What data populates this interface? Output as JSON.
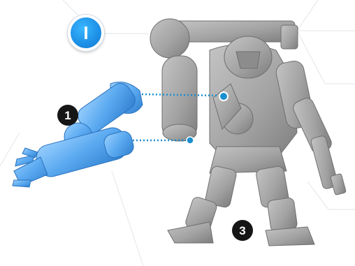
{
  "step_label": "I",
  "callouts": {
    "part_one": "1",
    "part_three": "3"
  },
  "colors": {
    "step_badge": "#1d8fe6",
    "part_highlight": "#5aa9f0",
    "model_grey": "#a9a9a9",
    "connector": "#1a8fd0",
    "callout_badge": "#161616"
  },
  "icons": [
    "mech-model",
    "mech-arm-part",
    "step-badge",
    "number-badge"
  ]
}
